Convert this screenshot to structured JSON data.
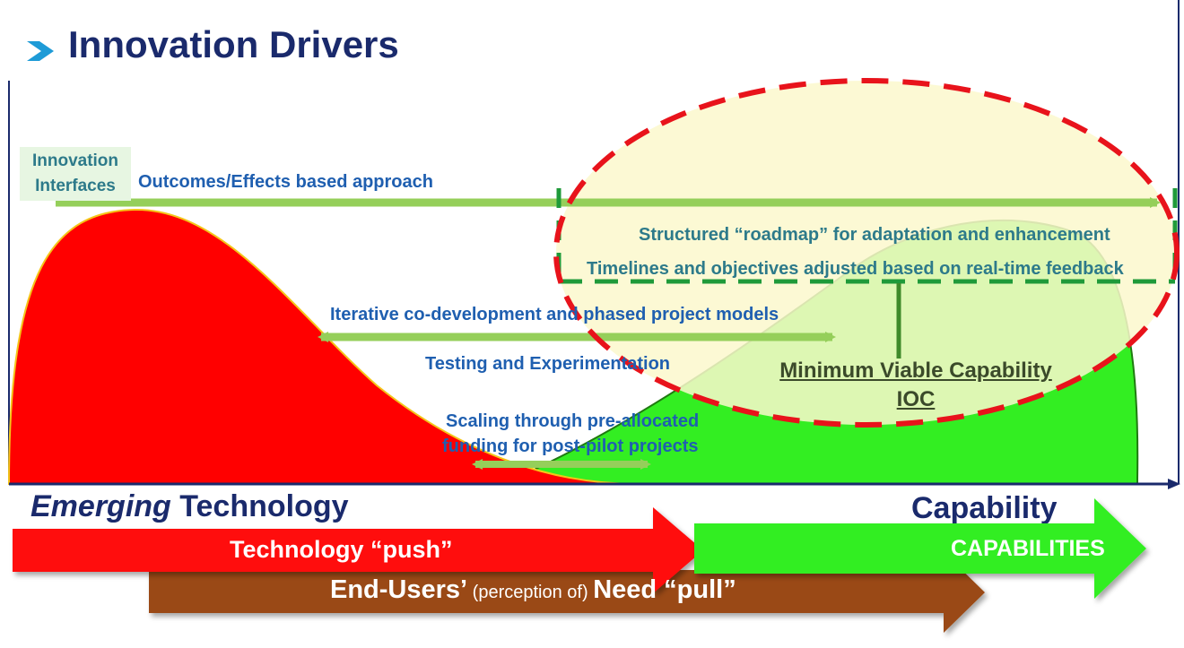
{
  "title": "Innovation Drivers",
  "labels": {
    "innovation_interfaces_line1": "Innovation",
    "innovation_interfaces_line2": "Interfaces",
    "outcomes": "Outcomes/Effects based approach",
    "roadmap": "Structured “roadmap” for adaptation and enhancement",
    "timelines": "Timelines and objectives adjusted based on real-time feedback",
    "iterative": "Iterative co-development and phased project models",
    "testing": "Testing and Experimentation",
    "scaling_line1": "Scaling through pre-allocated",
    "scaling_line2": "funding for post-pilot projects",
    "mvc": "Minimum Viable Capability",
    "ioc": "IOC"
  },
  "axis": {
    "left_italic": "Emerging",
    "left_rest": " Technology",
    "right": "Capability"
  },
  "arrows": {
    "push_label": "Technology “push”",
    "capabilities_label": "CAPABILITIES",
    "pull_label_a": "End-Users’",
    "pull_label_small": " (perception of) ",
    "pull_label_b": "Need “pull”"
  },
  "colors": {
    "title": "#1a2a6c",
    "technology_curve": "#ff0000",
    "capability_curve": "#33ee22",
    "feedback_zone": "#fbf8cc",
    "dashed_ellipse": "#e8131b",
    "timeline_arrow": "#95cf5a",
    "push_arrow": "#ff1111",
    "capabilities_arrow": "#33ee22",
    "pull_arrow": "#9a4a12"
  }
}
